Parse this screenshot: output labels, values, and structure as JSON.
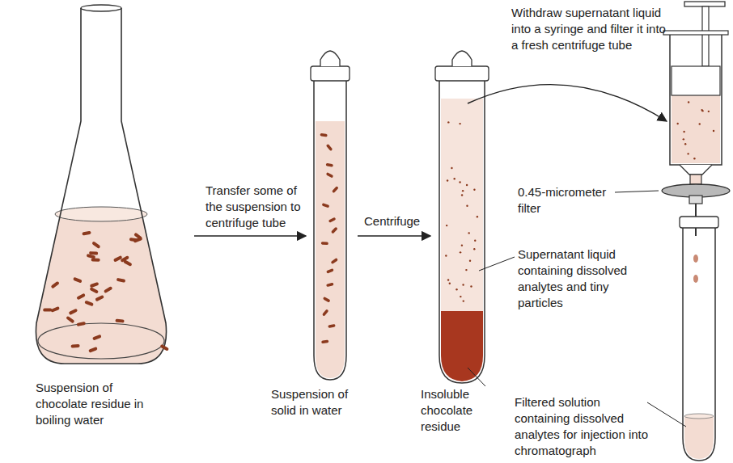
{
  "diagram": {
    "labels": [
      "Suspension of chocolate residue in boiling water",
      "Transfer some of the suspension to centrifuge tube",
      "Suspension of solid in water",
      "Centrifuge",
      "Insoluble chocolate residue",
      "Supernatant liquid containing dissolved analytes and tiny particles",
      "Withdraw supernatant liquid into a syringe and filter it into a fresh centrifuge tube",
      "0.45-micrometer filter",
      "Filtered solution containing dissolved analytes for injection into chromatograph"
    ]
  }
}
